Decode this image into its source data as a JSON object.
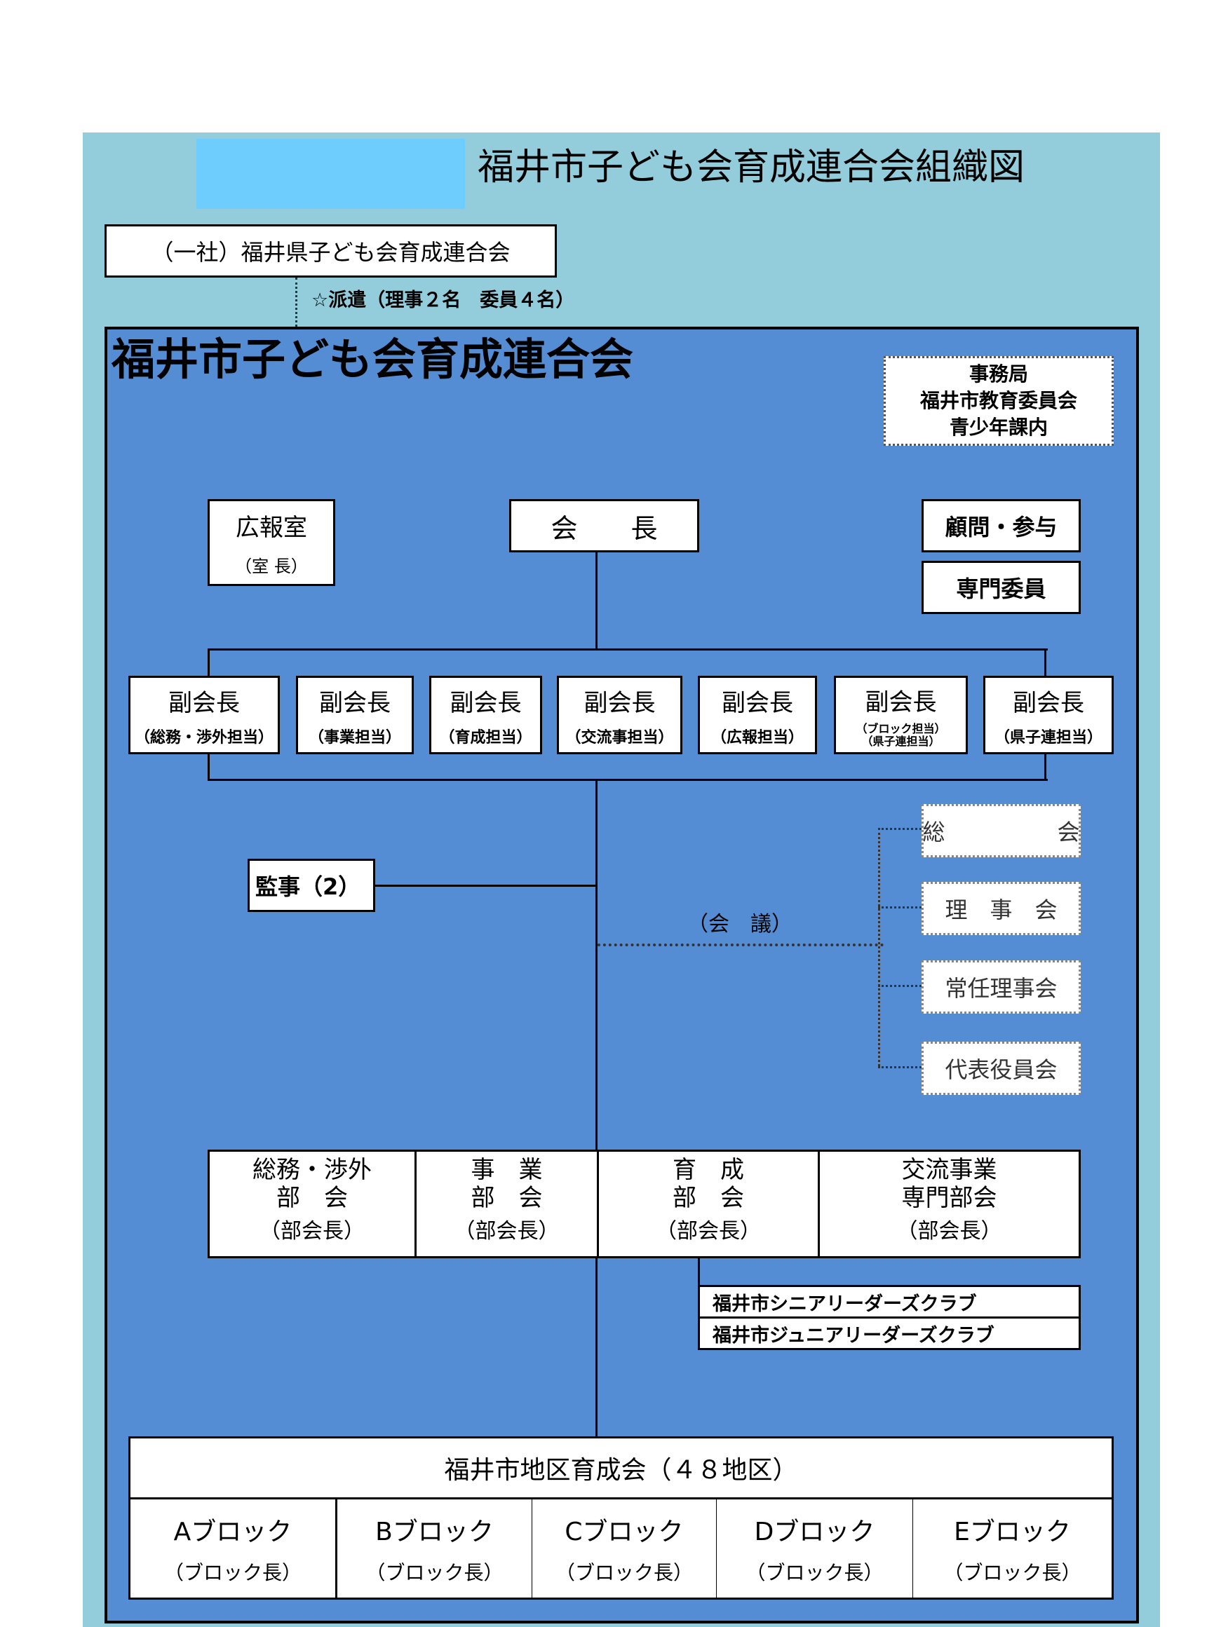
{
  "title": "福井市子ども会育成連合会組織図",
  "prefecture_org": "（一社）福井県子ども会育成連合会",
  "dispatch_note": "☆派遣（理事２名　委員４名）",
  "main_org": "福井市子ども会育成連合会",
  "secretariat": [
    "事務局",
    "福井市教育委員会",
    "青少年課内"
  ],
  "pr_office": {
    "label": "広報室",
    "sub": "（室 長）"
  },
  "president": "会　　長",
  "advisors": "顧問・参与",
  "specialists": "専門委員",
  "vice_presidents": [
    {
      "label": "副会長",
      "sub": "（総務・渉外担当）"
    },
    {
      "label": "副会長",
      "sub": "（事業担当）"
    },
    {
      "label": "副会長",
      "sub": "（育成担当）"
    },
    {
      "label": "副会長",
      "sub": "（交流事担当）"
    },
    {
      "label": "副会長",
      "sub": "（広報担当）"
    },
    {
      "label": "副会長",
      "sub": "（ブロック担当）",
      "sub2": "（県子連担当）"
    },
    {
      "label": "副会長",
      "sub": "（県子連担当）"
    }
  ],
  "auditor": "監事（2）",
  "meetings_label": "（会　議）",
  "meetings": [
    "総　　　　　会",
    "理　事　会",
    "常任理事会",
    "代表役員会"
  ],
  "committees": [
    {
      "line1": "総務・渉外",
      "line2": "部　会",
      "sub": "（部会長）"
    },
    {
      "line1": "事　業",
      "line2": "部　会",
      "sub": "（部会長）"
    },
    {
      "line1": "育　成",
      "line2": "部　会",
      "sub": "（部会長）"
    },
    {
      "line1": "交流事業",
      "line2": "専門部会",
      "sub": "（部会長）"
    }
  ],
  "clubs": [
    "福井市シニアリーダーズクラブ",
    "福井市ジュニアリーダーズクラブ"
  ],
  "districts": {
    "header": "福井市地区育成会（４８地区）",
    "blocks": [
      {
        "label": "Aブロック",
        "sub": "（ブロック長）"
      },
      {
        "label": "Bブロック",
        "sub": "（ブロック長）"
      },
      {
        "label": "Cブロック",
        "sub": "（ブロック長）"
      },
      {
        "label": "Dブロック",
        "sub": "（ブロック長）"
      },
      {
        "label": "Eブロック",
        "sub": "（ブロック長）"
      }
    ]
  },
  "colors": {
    "outer_bg": "#93CDDB",
    "title_block": "#6ECDFC",
    "main_bg": "#548DD4"
  }
}
